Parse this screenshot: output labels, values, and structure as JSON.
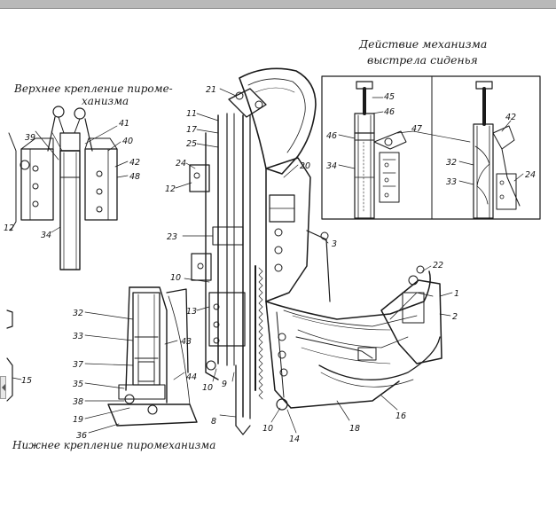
{
  "captions": {
    "mechanism_line1": "Действие механизма",
    "mechanism_line2": "выстрела сиденья",
    "upper_line1": "Верхнее крепление пиромe-",
    "upper_line2": "ханизма",
    "lower": "Нижнее крепление пиромеханизма"
  },
  "callouts": {
    "c45": "45",
    "c46a": "46",
    "c46b": "46",
    "c47": "47",
    "c34a": "34",
    "c42a": "42",
    "c32a": "32",
    "c33a": "33",
    "c24a": "24",
    "c39": "39",
    "c41": "41",
    "c40": "40",
    "c42b": "42",
    "c48": "48",
    "c34b": "34",
    "c12a": "12",
    "c21": "21",
    "c11": "11",
    "c17": "17",
    "c25": "25",
    "c24b": "24",
    "c12b": "12",
    "c20": "20",
    "c23": "23",
    "c3": "3",
    "c22": "22",
    "c1": "1",
    "c2": "2",
    "c10a": "10",
    "c13": "13",
    "c32b": "32",
    "c33b": "33",
    "c43": "43",
    "c37": "37",
    "c35": "35",
    "c38": "38",
    "c19": "19",
    "c36": "36",
    "c44": "44",
    "c10b": "10",
    "c9": "9",
    "c8": "8",
    "c10c": "10",
    "c14": "14",
    "c18": "18",
    "c16": "16",
    "c15": "15"
  },
  "colors": {
    "ink": "#1a1a1a",
    "paper": "#ffffff",
    "strip": "#b9b9b9"
  }
}
